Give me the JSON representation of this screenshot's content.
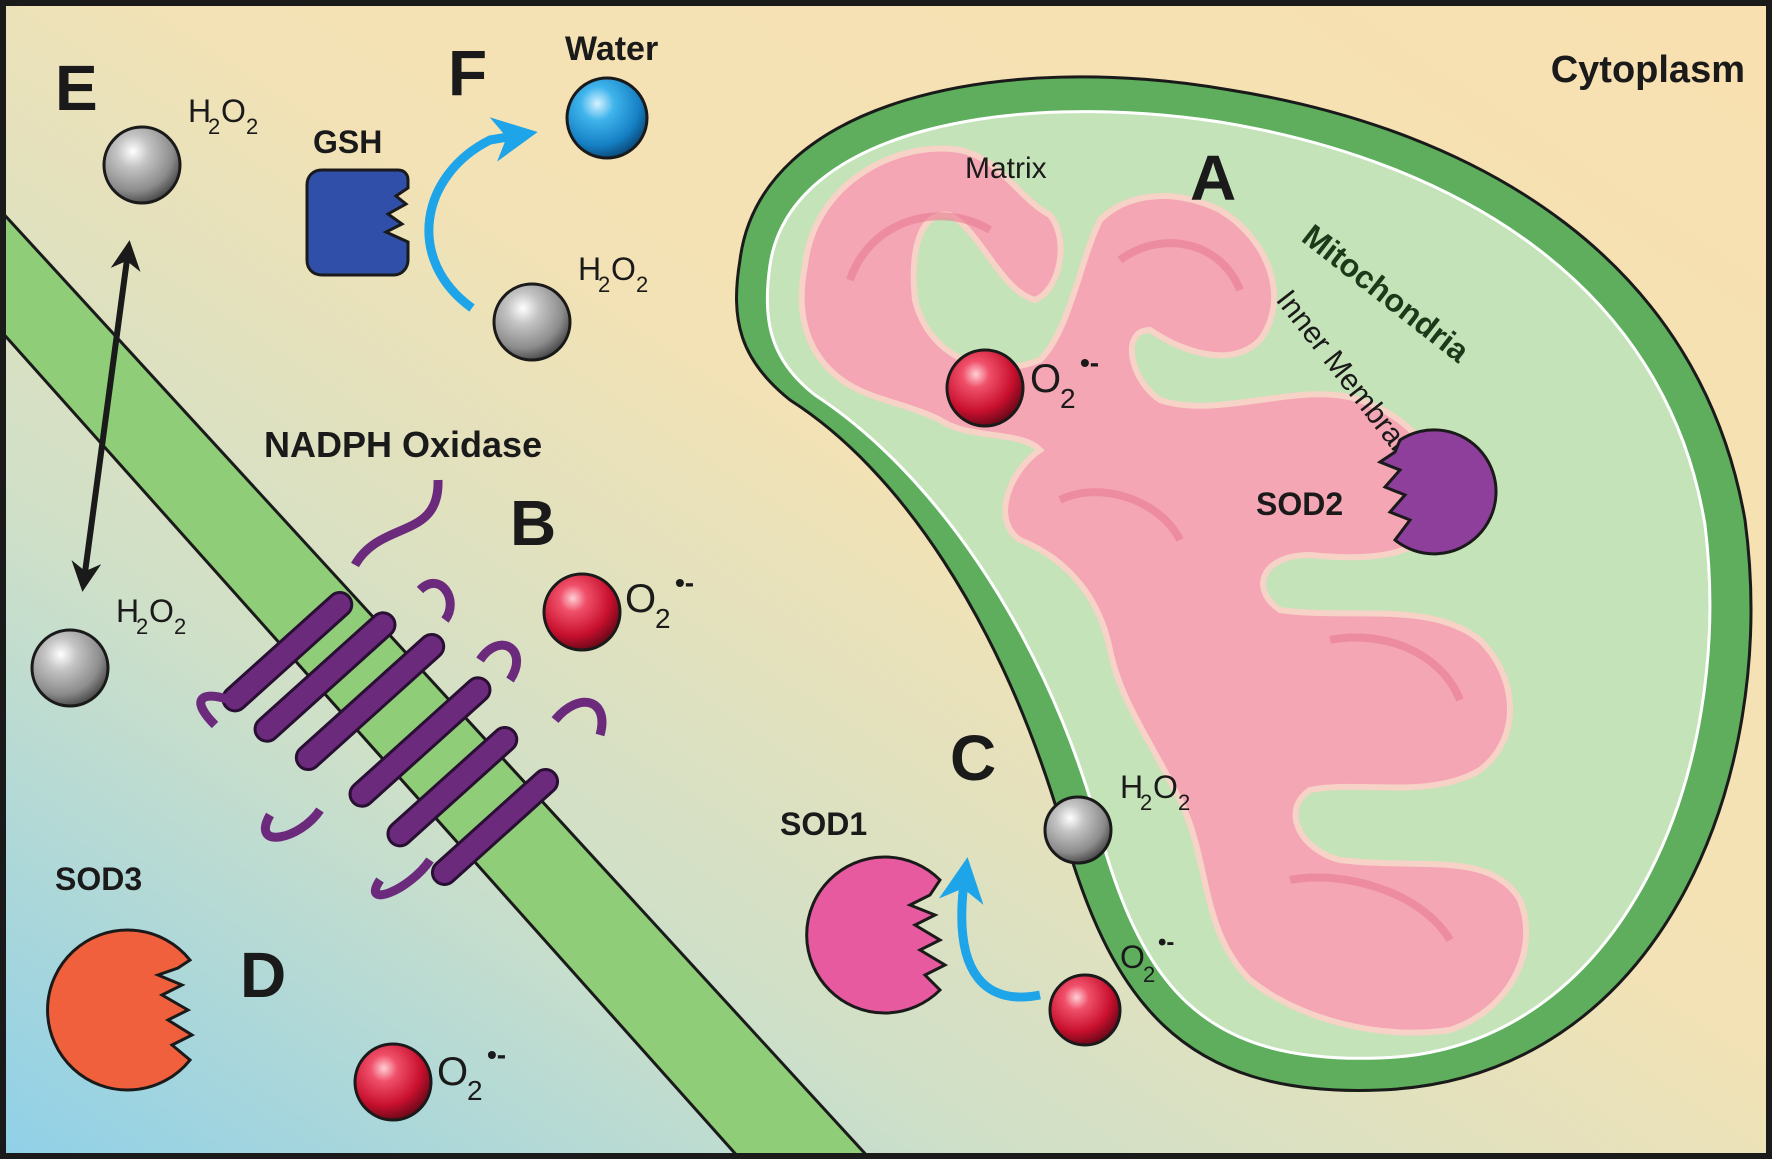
{
  "panels": {
    "a": "A",
    "b": "B",
    "c": "C",
    "d": "D",
    "e": "E",
    "f": "F"
  },
  "labels": {
    "cytoplasm": "Cytoplasm",
    "mitochondria": "Mitochondria",
    "inner_membrane_space": "Inner Membrane Space",
    "matrix": "Matrix",
    "nadph_oxidase": "NADPH Oxidase",
    "gsh": "GSH",
    "water": "Water",
    "sod1": "SOD1",
    "sod2": "SOD2",
    "sod3": "SOD3"
  },
  "molecules": {
    "h2o2_main": "H",
    "h2o2_sub": "2",
    "h2o2_o": "O",
    "h2o2_sub2": "2",
    "superoxide_main": "O",
    "superoxide_sub": "2",
    "superoxide_sup": "•-"
  },
  "colors": {
    "cytoplasm_bg": "#f6e3b4",
    "extracellular_bg": "#8fd0e8",
    "membrane": "#8fcd78",
    "mito_outer": "#5eae5e",
    "mito_ims": "#c5e3b8",
    "matrix": "#f4a6b4",
    "superoxide": "#d81b3c",
    "h2o2": "#a8a8a8",
    "water": "#2a9fd8",
    "gsh": "#2f4fa8",
    "sod1": "#e85aa0",
    "sod2": "#8e3f9c",
    "sod3": "#f0603c",
    "nadph_oxidase": "#6b2a7c",
    "arrow_blue": "#1ea4e8"
  }
}
